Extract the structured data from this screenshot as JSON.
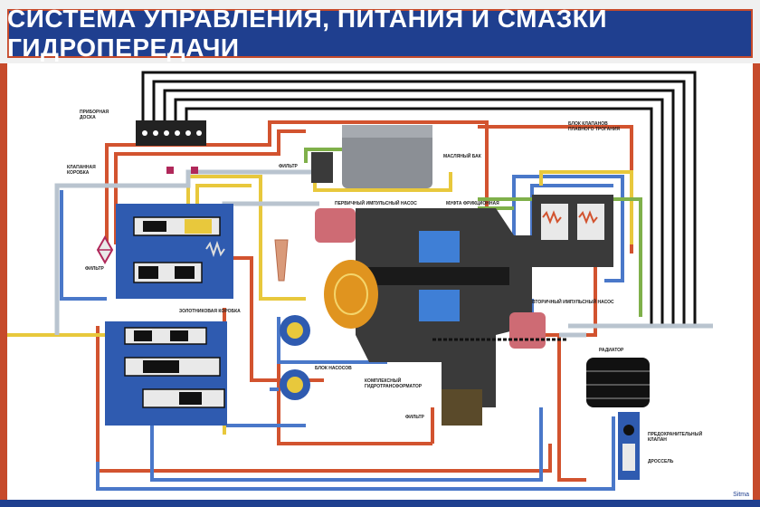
{
  "title": "СИСТЕМА УПРАВЛЕНИЯ, ПИТАНИЯ И СМАЗКИ ГИДРОПЕРЕДАЧИ",
  "labels": {
    "instrument_panel_1": "ПРИБОРНАЯ",
    "instrument_panel_2": "ДОСКА",
    "valve_box_1": "КЛАПАННАЯ",
    "valve_box_2": "КОРОБКА",
    "filter_left": "ФИЛЬТР",
    "spool_box": "ЗОЛОТНИКОВАЯ КОРОБКА",
    "filter_top": "ФИЛЬТР",
    "oil_tank": "МАСЛЯНЫЙ БАК",
    "primary_pump": "ПЕРВИЧНЫЙ ИМПУЛЬСНЫЙ НАСОС",
    "friction_clutch": "МУФТА ФРИКЦИОННАЯ",
    "smooth_start_1": "БЛОК КЛАПАНОВ",
    "smooth_start_2": "ПЛАВНОГО ТРОГАНИЯ",
    "secondary_pump": "ВТОРИЧНЫЙ ИМПУЛЬСНЫЙ НАСОС",
    "pump_block": "БЛОК НАСОСОВ",
    "torque_converter_1": "КОМПЛЕКСНЫЙ",
    "torque_converter_2": "ГИДРОТРАНСФОРМАТОР",
    "filter_bottom": "ФИЛЬТР",
    "radiator": "РАДИАТОР",
    "safety_valve_1": "ПРЕДОХРАНИТЕЛЬНЫЙ",
    "safety_valve_2": "КЛАПАН",
    "throttle": "ДРОССЕЛЬ"
  },
  "brand": "Sitma",
  "colors": {
    "header_blue": "#1f3f8f",
    "frame_red": "#c64a2b",
    "block_blue": "#2f5bb0",
    "body_gray": "#3a3a3a",
    "pipe_red": "#d2532f",
    "pipe_blue": "#4a78c9",
    "pipe_yellow": "#e8c83c",
    "pipe_green": "#7fb04a",
    "pipe_black": "#111111",
    "pipe_gray": "#b9c4cf"
  }
}
